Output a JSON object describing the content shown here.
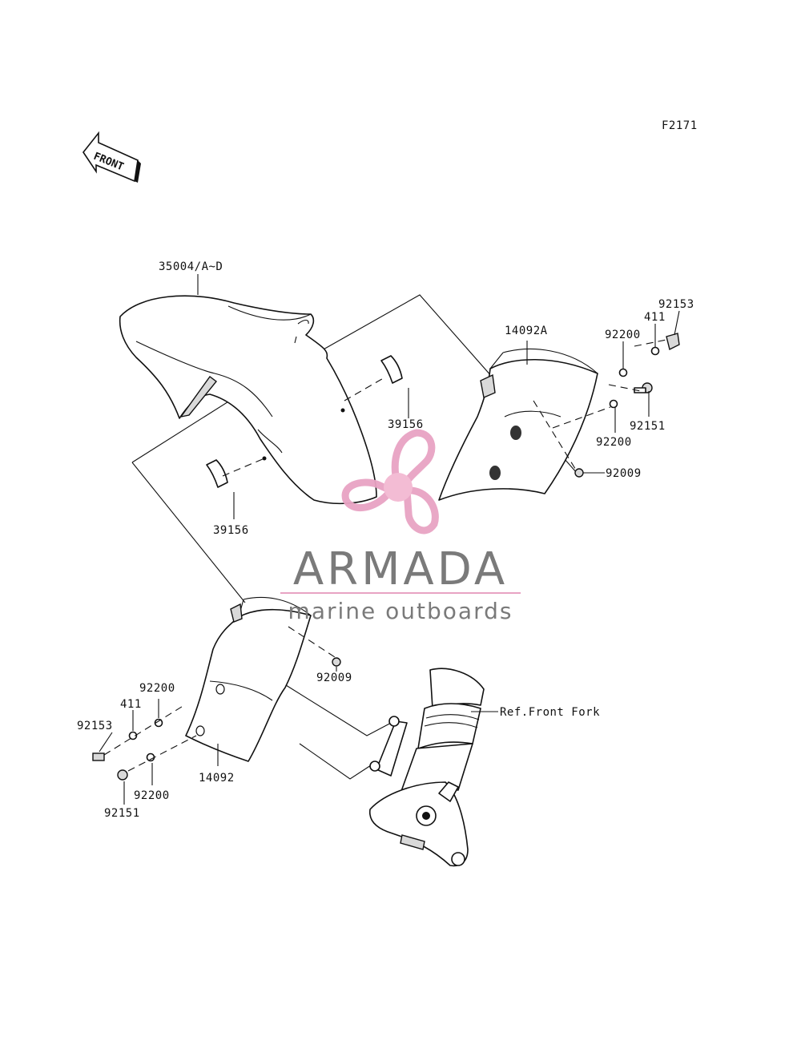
{
  "figure_code": "F2171",
  "front_arrow_label": "FRONT",
  "watermark": {
    "brand": "ARMADA",
    "tagline": "marine outboards",
    "colors": {
      "logo_pink": "#e8a3c3",
      "logo_core": "#f3b9d2",
      "text_gray": "#7a7a7a"
    }
  },
  "parts": {
    "front_fender": "35004/A~D",
    "pad_upper": "39156",
    "pad_lower": "39156",
    "cover_right": "14092A",
    "cover_left": "14092",
    "screw_right": "92009",
    "screw_left": "92009",
    "right_92153": "92153",
    "right_411": "411",
    "right_92200_top": "92200",
    "right_92151": "92151",
    "right_92200_bottom": "92200",
    "left_92200_top": "92200",
    "left_411": "411",
    "left_92153": "92153",
    "left_92200_bottom": "92200",
    "left_92151": "92151",
    "front_fork_ref": "Ref.Front Fork"
  }
}
